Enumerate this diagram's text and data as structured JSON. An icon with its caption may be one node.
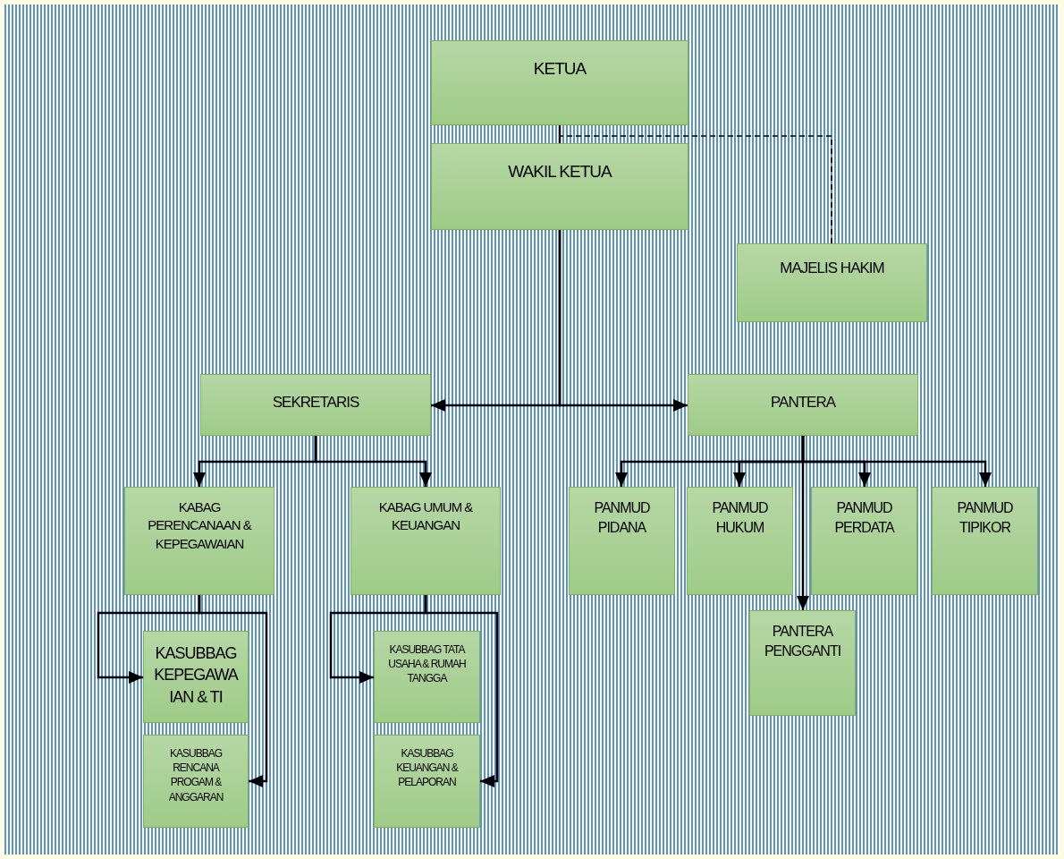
{
  "diagram": {
    "nodes": [
      {
        "text": [
          "KETUA"
        ]
      },
      {
        "text": [
          "WAKIL KETUA"
        ]
      },
      {
        "text": [
          "MAJELIS HAKIM"
        ]
      },
      {
        "text": [
          "SEKRETARIS"
        ]
      },
      {
        "text": [
          "PANTERA"
        ]
      },
      {
        "text": [
          "KABAG PERENCANAAN & KEPEGAWAIAN"
        ]
      },
      {
        "text": [
          "KABAG UMUM & KEUANGAN"
        ]
      },
      {
        "text": [
          "PANMUD PIDANA"
        ]
      },
      {
        "text": [
          "PANMUD HUKUM"
        ]
      },
      {
        "text": [
          "PANMUD PERDATA"
        ]
      },
      {
        "text": [
          "PANMUD TIPIKOR"
        ]
      },
      {
        "text": [
          "KASUBBAG KEPEGAWA IAN & TI"
        ]
      },
      {
        "text": [
          "KASUBBAG RENCANA PROGAM & ANGGARAN"
        ]
      },
      {
        "text": [
          "KASUBBAG TATA USAHA & RUMAH TANGGA"
        ]
      },
      {
        "text": [
          "KASUBBAG KEUANGAN & PELAPORAN"
        ]
      },
      {
        "text": [
          "PANTERA PENGGANTI"
        ]
      }
    ],
    "edges": [
      {
        "from": 0,
        "to": 1,
        "arrow": "none"
      },
      {
        "from": 0,
        "to": 2,
        "arrow": "none",
        "style": "dashed"
      },
      {
        "from": 1,
        "to": 3,
        "arrow": "to"
      },
      {
        "from": 1,
        "to": 4,
        "arrow": "to"
      },
      {
        "from": 3,
        "to": 5,
        "arrow": "to"
      },
      {
        "from": 3,
        "to": 6,
        "arrow": "to"
      },
      {
        "from": 4,
        "to": 7,
        "arrow": "to"
      },
      {
        "from": 4,
        "to": 8,
        "arrow": "to"
      },
      {
        "from": 4,
        "to": 9,
        "arrow": "to"
      },
      {
        "from": 4,
        "to": 10,
        "arrow": "to"
      },
      {
        "from": 4,
        "to": 15,
        "arrow": "to"
      },
      {
        "from": 5,
        "to": 11,
        "arrow": "to"
      },
      {
        "from": 5,
        "to": 12,
        "arrow": "to"
      },
      {
        "from": 6,
        "to": 13,
        "arrow": "to"
      },
      {
        "from": 6,
        "to": 14,
        "arrow": "to"
      }
    ]
  }
}
